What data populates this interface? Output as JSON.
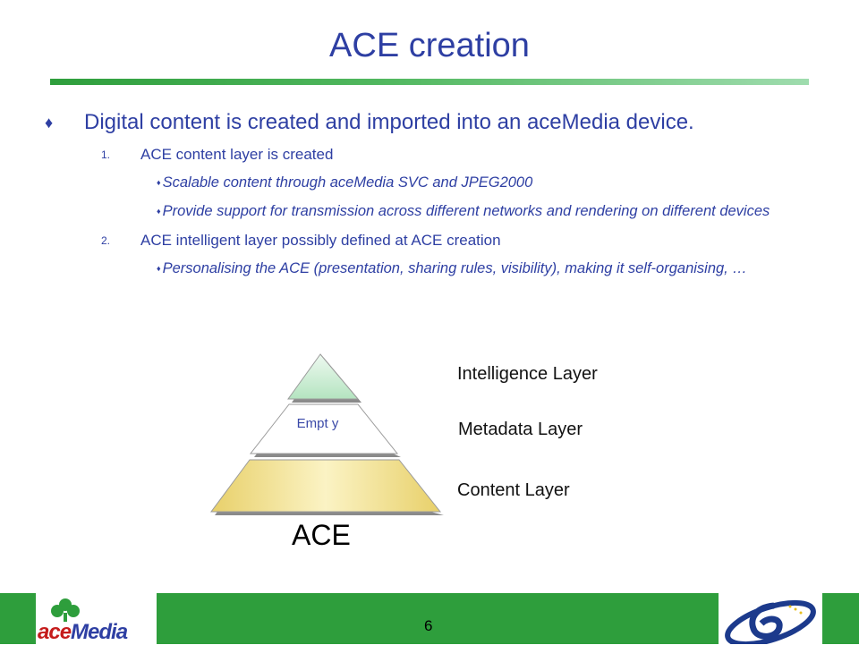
{
  "title": "ACE creation",
  "bullets": {
    "main": "Digital content is created and imported into an aceMedia device.",
    "item1": {
      "number": "1.",
      "text": "ACE content layer is created",
      "sub": [
        "Scalable content through aceMedia SVC and JPEG2000",
        "Provide support for transmission across different networks and rendering on different devices"
      ]
    },
    "item2": {
      "number": "2.",
      "text": "ACE intelligent layer possibly defined at ACE creation",
      "sub": [
        "Personalising the ACE (presentation, sharing rules, visibility), making it self-organising, …"
      ]
    }
  },
  "pyramid": {
    "intelligence_label": "Intelligence Layer",
    "metadata_label": "Metadata Layer",
    "content_label": "Content Layer",
    "middle_text": "Empt y",
    "ace_label": "ACE"
  },
  "footer": {
    "page_number": "6",
    "logo_ace": "ace",
    "logo_media": "Media"
  },
  "colors": {
    "title": "#2e3fa3",
    "footer_green": "#2e9e3c",
    "top_layer": "#c8ecd0",
    "bottom_layer": "#f2e08a"
  }
}
